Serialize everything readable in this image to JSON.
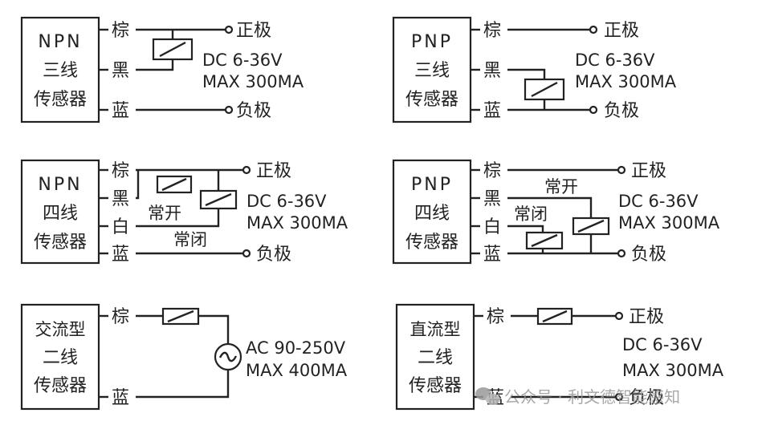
{
  "colors": {
    "line": "#222222",
    "background": "#ffffff",
    "watermark": "#9a9a9a"
  },
  "common": {
    "brown": "棕",
    "black": "黑",
    "white": "白",
    "blue": "蓝",
    "positive": "正极",
    "negative": "负极",
    "no": "常开",
    "nc": "常闭"
  },
  "diagrams": {
    "npn3": {
      "line1": "NPN",
      "line2": "三线",
      "line3": "传感器",
      "spec1": "DC 6-36V",
      "spec2": "MAX 300MA"
    },
    "pnp3": {
      "line1": "PNP",
      "line2": "三线",
      "line3": "传感器",
      "spec1": "DC 6-36V",
      "spec2": "MAX 300MA"
    },
    "npn4": {
      "line1": "NPN",
      "line2": "四线",
      "line3": "传感器",
      "spec1": "DC 6-36V",
      "spec2": "MAX 300MA"
    },
    "pnp4": {
      "line1": "PNP",
      "line2": "四线",
      "line3": "传感器",
      "spec1": "DC 6-36V",
      "spec2": "MAX 300MA"
    },
    "ac2": {
      "line1": "交流型",
      "line2": "二线",
      "line3": "传感器",
      "spec1": "AC 90-250V",
      "spec2": "MAX 400MA"
    },
    "dc2": {
      "line1": "直流型",
      "line2": "二线",
      "line3": "传感器",
      "spec1": "DC 6-36V",
      "spec2": "MAX 300MA"
    }
  },
  "watermark": {
    "text": "公众号 · 利文德智能感知"
  }
}
